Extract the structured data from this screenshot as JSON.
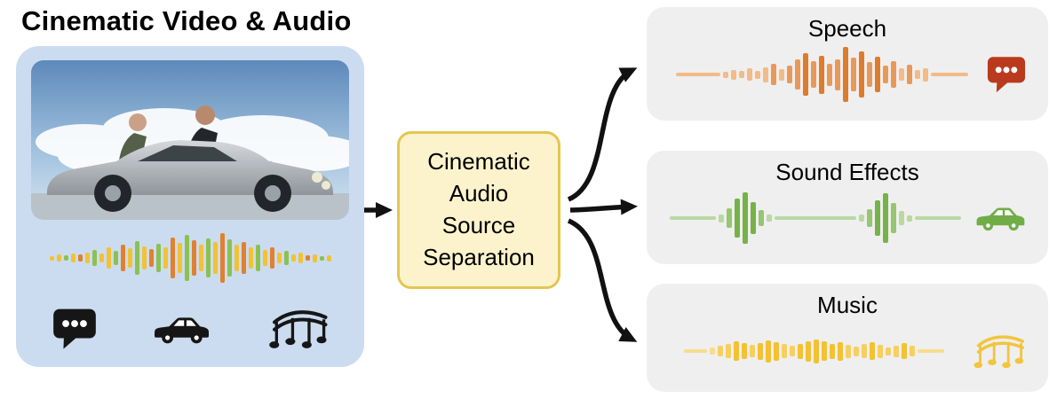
{
  "title": "Cinematic Video & Audio",
  "process_box": {
    "lines": [
      "Cinematic",
      "Audio",
      "Source",
      "Separation"
    ]
  },
  "outputs": [
    {
      "label": "Speech",
      "icon": "speech-bubble"
    },
    {
      "label": "Sound Effects",
      "icon": "car"
    },
    {
      "label": "Music",
      "icon": "music-notes"
    }
  ],
  "movie_still": {
    "alt": "Film still of two men leaning over a silver sports car under a cloudy blue sky"
  },
  "colors": {
    "panel_blue": "#cbdcf1",
    "box_gray": "#efefef",
    "process_fill": "#fcf3cd",
    "process_border": "#e3c650",
    "arrow_black": "#111111",
    "icon_black": "#161616",
    "icon_red": "#ba3a1e",
    "icon_green": "#71ad47",
    "icon_yellow": "#f2c53d"
  },
  "waveforms": {
    "mixed": {
      "palette": [
        "#f2c233",
        "#8cc152",
        "#e0812f"
      ],
      "bars": [
        5,
        8,
        6,
        10,
        8,
        12,
        18,
        10,
        24,
        16,
        30,
        22,
        38,
        26,
        20,
        32,
        24,
        46,
        34,
        52,
        40,
        30,
        44,
        36,
        56,
        42,
        30,
        36,
        24,
        30,
        18,
        24,
        12,
        16,
        8,
        12,
        6,
        9,
        5,
        7
      ],
      "color_indices": [
        0,
        0,
        1,
        0,
        2,
        0,
        1,
        0,
        0,
        1,
        2,
        0,
        1,
        0,
        2,
        1,
        0,
        2,
        0,
        1,
        2,
        0,
        1,
        0,
        2,
        1,
        0,
        2,
        0,
        1,
        0,
        2,
        0,
        1,
        0,
        0,
        2,
        0,
        1,
        0
      ]
    },
    "speech": {
      "palette": [
        "#f2bb88",
        "#e8995a",
        "#dd7c2c"
      ],
      "bars": [
        -50,
        7,
        11,
        8,
        14,
        9,
        17,
        24,
        13,
        20,
        34,
        48,
        30,
        43,
        25,
        35,
        62,
        38,
        52,
        28,
        40,
        20,
        30,
        14,
        22,
        10,
        15,
        -42
      ]
    },
    "sound_effects": {
      "palette": [
        "#b9d8a2",
        "#97c571",
        "#76b249"
      ],
      "bars": [
        -52,
        9,
        22,
        44,
        58,
        36,
        18,
        8,
        -92,
        8,
        20,
        40,
        56,
        34,
        16,
        7,
        -52
      ]
    },
    "music": {
      "palette": [
        "#f8dc8a",
        "#f6cf5e",
        "#f2c233"
      ],
      "bars": [
        -26,
        8,
        12,
        16,
        22,
        18,
        14,
        19,
        25,
        21,
        16,
        12,
        17,
        23,
        27,
        22,
        17,
        21,
        15,
        11,
        16,
        20,
        15,
        9,
        13,
        18,
        12,
        -30
      ]
    }
  }
}
